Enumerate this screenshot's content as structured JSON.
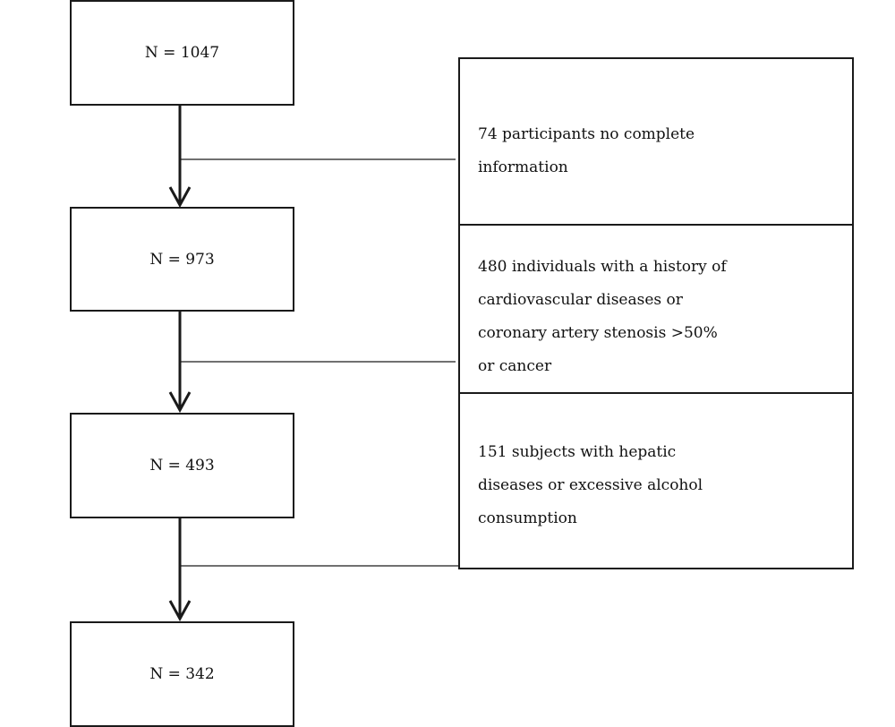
{
  "flow": {
    "nodes": [
      {
        "label": "N = 1047"
      },
      {
        "label": "N = 973"
      },
      {
        "label": "N = 493"
      },
      {
        "label": "N = 342"
      }
    ],
    "exclusions": [
      {
        "lines": [
          "74 participants no complete",
          "information"
        ]
      },
      {
        "lines": [
          "480 individuals with a history of",
          "cardiovascular diseases or",
          "coronary artery stenosis >50%",
          "or cancer"
        ]
      },
      {
        "lines": [
          "151 subjects with hepatic",
          "diseases or excessive alcohol",
          "consumption"
        ]
      }
    ]
  },
  "colors": {
    "stroke": "#1a1a1a",
    "background": "#ffffff"
  }
}
